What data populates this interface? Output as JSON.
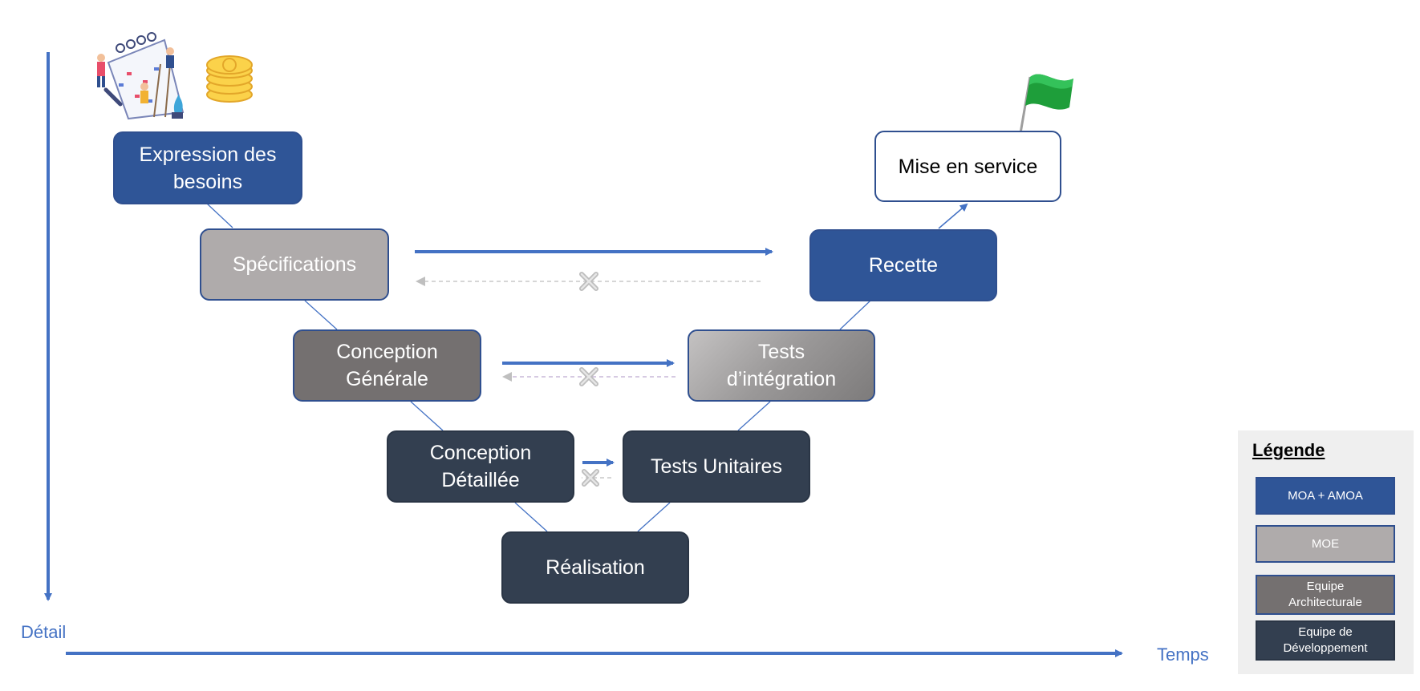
{
  "axes": {
    "vertical_label": "Détail",
    "horizontal_label": "Temps",
    "color": "#4472C4"
  },
  "phases": {
    "expression": "Expression des besoins",
    "specifications": "Spécifications",
    "conception_generale": "Conception Générale",
    "conception_detaillee": "Conception Détaillée",
    "realisation": "Réalisation",
    "tests_unitaires": "Tests Unitaires",
    "tests_integration": "Tests d’intégration",
    "recette": "Recette",
    "mise_en_service": "Mise en service"
  },
  "legend": {
    "title": "Légende",
    "items": [
      {
        "label": "MOA + AMOA",
        "color": "#2F5597"
      },
      {
        "label": "MOE",
        "color": "#AFABAB"
      },
      {
        "label": "Equipe Architecturale",
        "color": "#747070"
      },
      {
        "label": "Equipe de Développement",
        "color": "#333F50"
      }
    ]
  },
  "icons": {
    "planning": "calendar-team-icon",
    "cost": "coins-icon",
    "goal": "green-flag-icon"
  }
}
